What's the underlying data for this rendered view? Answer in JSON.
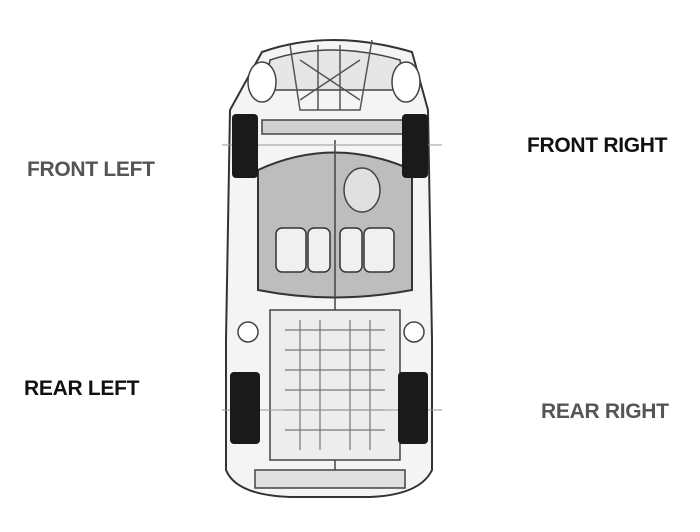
{
  "labels": {
    "front_left": "FRONT LEFT",
    "front_right": "FRONT RIGHT",
    "rear_left": "REAR LEFT",
    "rear_right": "REAR RIGHT"
  },
  "colors": {
    "label_light": "#555555",
    "label_dark": "#111111",
    "tire": "#1a1a1a",
    "cabin": "#bdbdbd",
    "line": "#333333"
  }
}
